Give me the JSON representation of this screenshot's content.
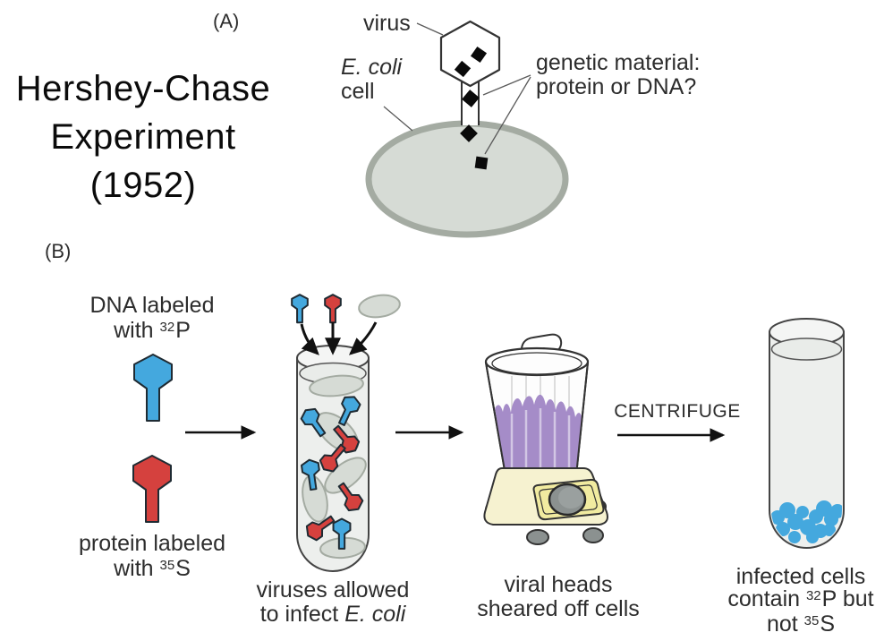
{
  "title": {
    "line1": "Hershey-Chase",
    "line2": "Experiment",
    "line3": "(1952)"
  },
  "panel_a": {
    "label": "(A)",
    "virus_label": "virus",
    "ecoli_label_italic": "E. coli",
    "ecoli_label_rest": "cell",
    "question_line1": "genetic material:",
    "question_line2": "protein or DNA?"
  },
  "panel_b": {
    "label": "(B)",
    "dna_phage": {
      "line1": "DNA labeled",
      "line2_pre": "with ",
      "isotope_sup": "32",
      "isotope_sym": "P"
    },
    "protein_phage": {
      "line1": "protein labeled",
      "line2_pre": "with ",
      "isotope_sup": "35",
      "isotope_sym": "S"
    },
    "step1_caption": {
      "line1": "viruses allowed",
      "line2_pre": "to infect ",
      "line2_italic": "E. coli"
    },
    "step2_caption": {
      "line1": "viral heads",
      "line2": "sheared off cells"
    },
    "centrifuge_label": "CENTRIFUGE",
    "result_caption": {
      "line1": "infected cells",
      "line2_pre": "contain ",
      "line2_sup": "32",
      "line2_post": "P but",
      "line3_pre": "not ",
      "line3_sup": "35",
      "line3_post": "S"
    }
  },
  "colors": {
    "phage_dna": "#44a8de",
    "phage_protein": "#d5413e",
    "cell_fill": "#d6dbd5",
    "cell_stroke": "#a4aba2",
    "tube_fill": "#edefed",
    "liquid_purple": "#a58cc8",
    "blender_base": "#f6f2d0",
    "blender_panel": "#f1eba0",
    "knob_gray": "#8b9190"
  }
}
